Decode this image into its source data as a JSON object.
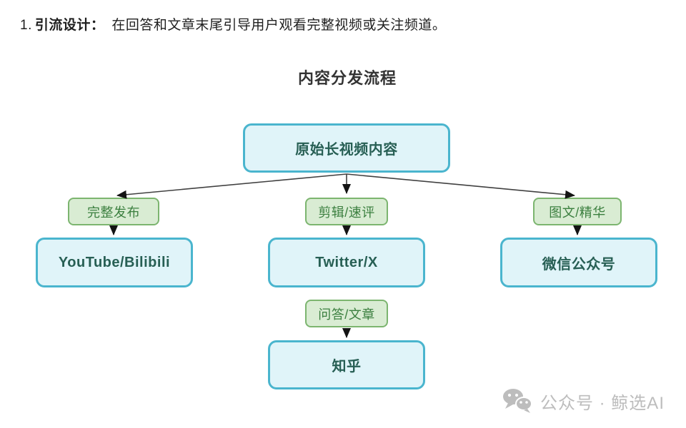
{
  "header": {
    "number": "1.",
    "bold": "引流设计：",
    "rest": "在回答和文章末尾引导用户观看完整视频或关注频道。"
  },
  "diagram": {
    "title": "内容分发流程",
    "nodes": {
      "source": "原始长视频内容",
      "youtube": "YouTube/Bilibili",
      "twitter": "Twitter/X",
      "wechat": "微信公众号",
      "zhihu": "知乎"
    },
    "edge_labels": {
      "full_publish": "完整发布",
      "clip_review": "剪辑/速评",
      "article_digest": "图文/精华",
      "qa_article": "问答/文章"
    },
    "edges": [
      {
        "from": "原始长视频内容",
        "label": "完整发布",
        "to": "YouTube/Bilibili"
      },
      {
        "from": "原始长视频内容",
        "label": "剪辑/速评",
        "to": "Twitter/X"
      },
      {
        "from": "原始长视频内容",
        "label": "图文/精华",
        "to": "微信公众号"
      },
      {
        "from": "Twitter/X",
        "label": "问答/文章",
        "to": "知乎"
      }
    ],
    "colors": {
      "node_bg": "#e0f4f9",
      "node_border": "#4ab5ce",
      "node_text": "#275f54",
      "label_bg": "#d9ecd3",
      "label_border": "#7cb56f",
      "label_text": "#3b7f3f",
      "arrow": "#404040"
    }
  },
  "watermark": {
    "icon": "wechat-icon",
    "text": "公众号 · 鲸选AI"
  }
}
